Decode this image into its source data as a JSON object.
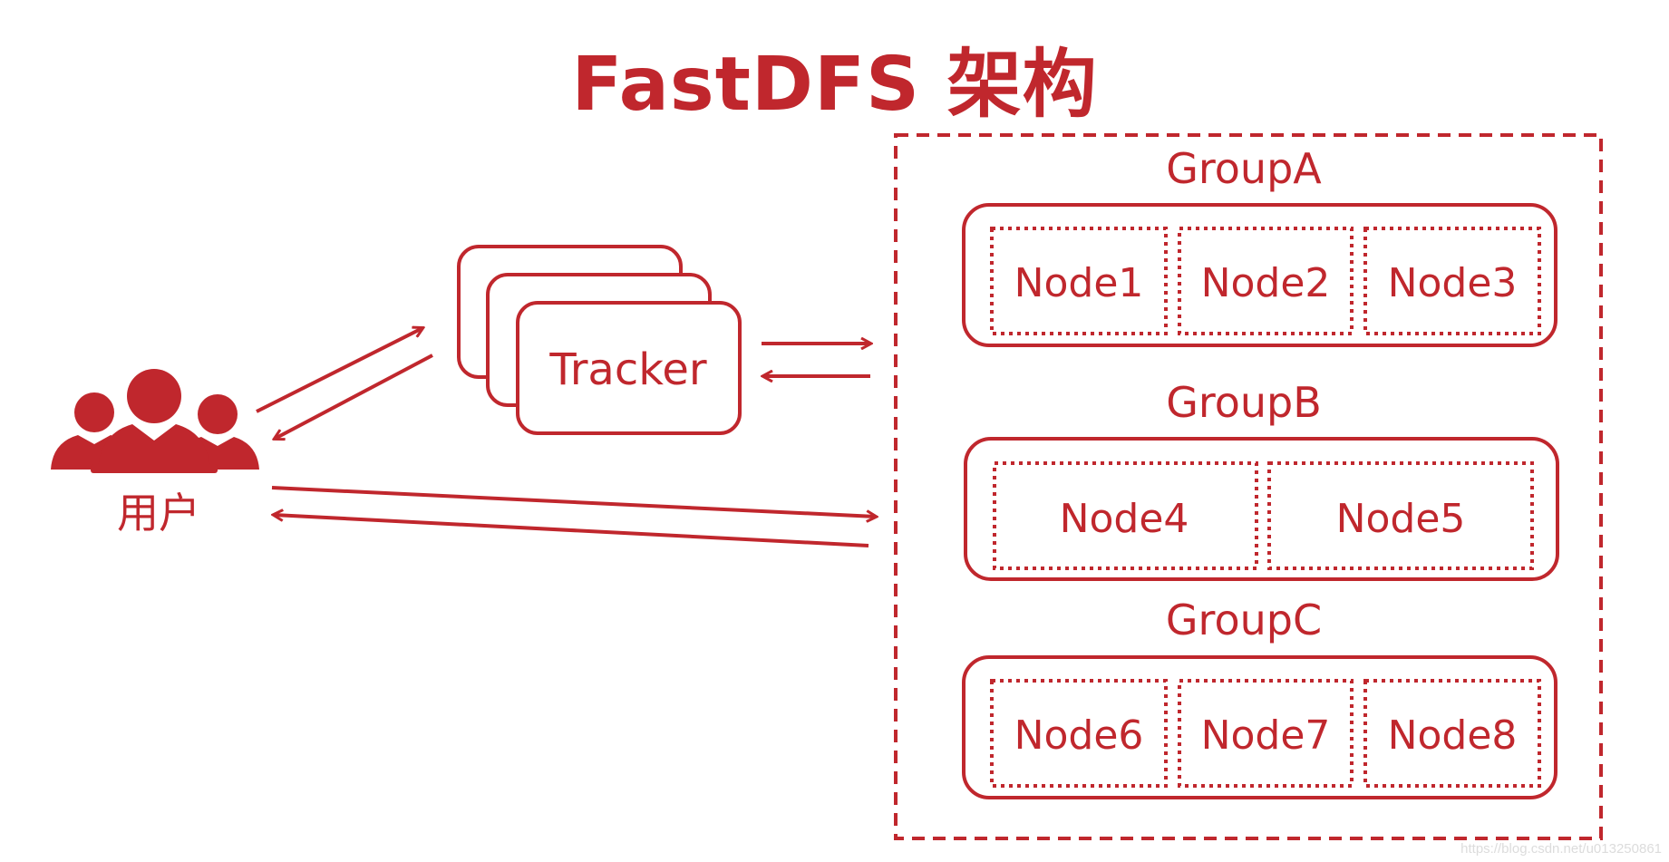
{
  "title": "FastDFS 架构",
  "colors": {
    "accent": "#c0272d"
  },
  "users": {
    "label": "用户",
    "icon": "users-icon"
  },
  "tracker": {
    "label": "Tracker"
  },
  "storage": {
    "groups": [
      {
        "name": "GroupA",
        "nodes": [
          "Node1",
          "Node2",
          "Node3"
        ]
      },
      {
        "name": "GroupB",
        "nodes": [
          "Node4",
          "Node5"
        ]
      },
      {
        "name": "GroupC",
        "nodes": [
          "Node6",
          "Node7",
          "Node8"
        ]
      }
    ]
  },
  "watermark": "https://blog.csdn.net/u013250861"
}
